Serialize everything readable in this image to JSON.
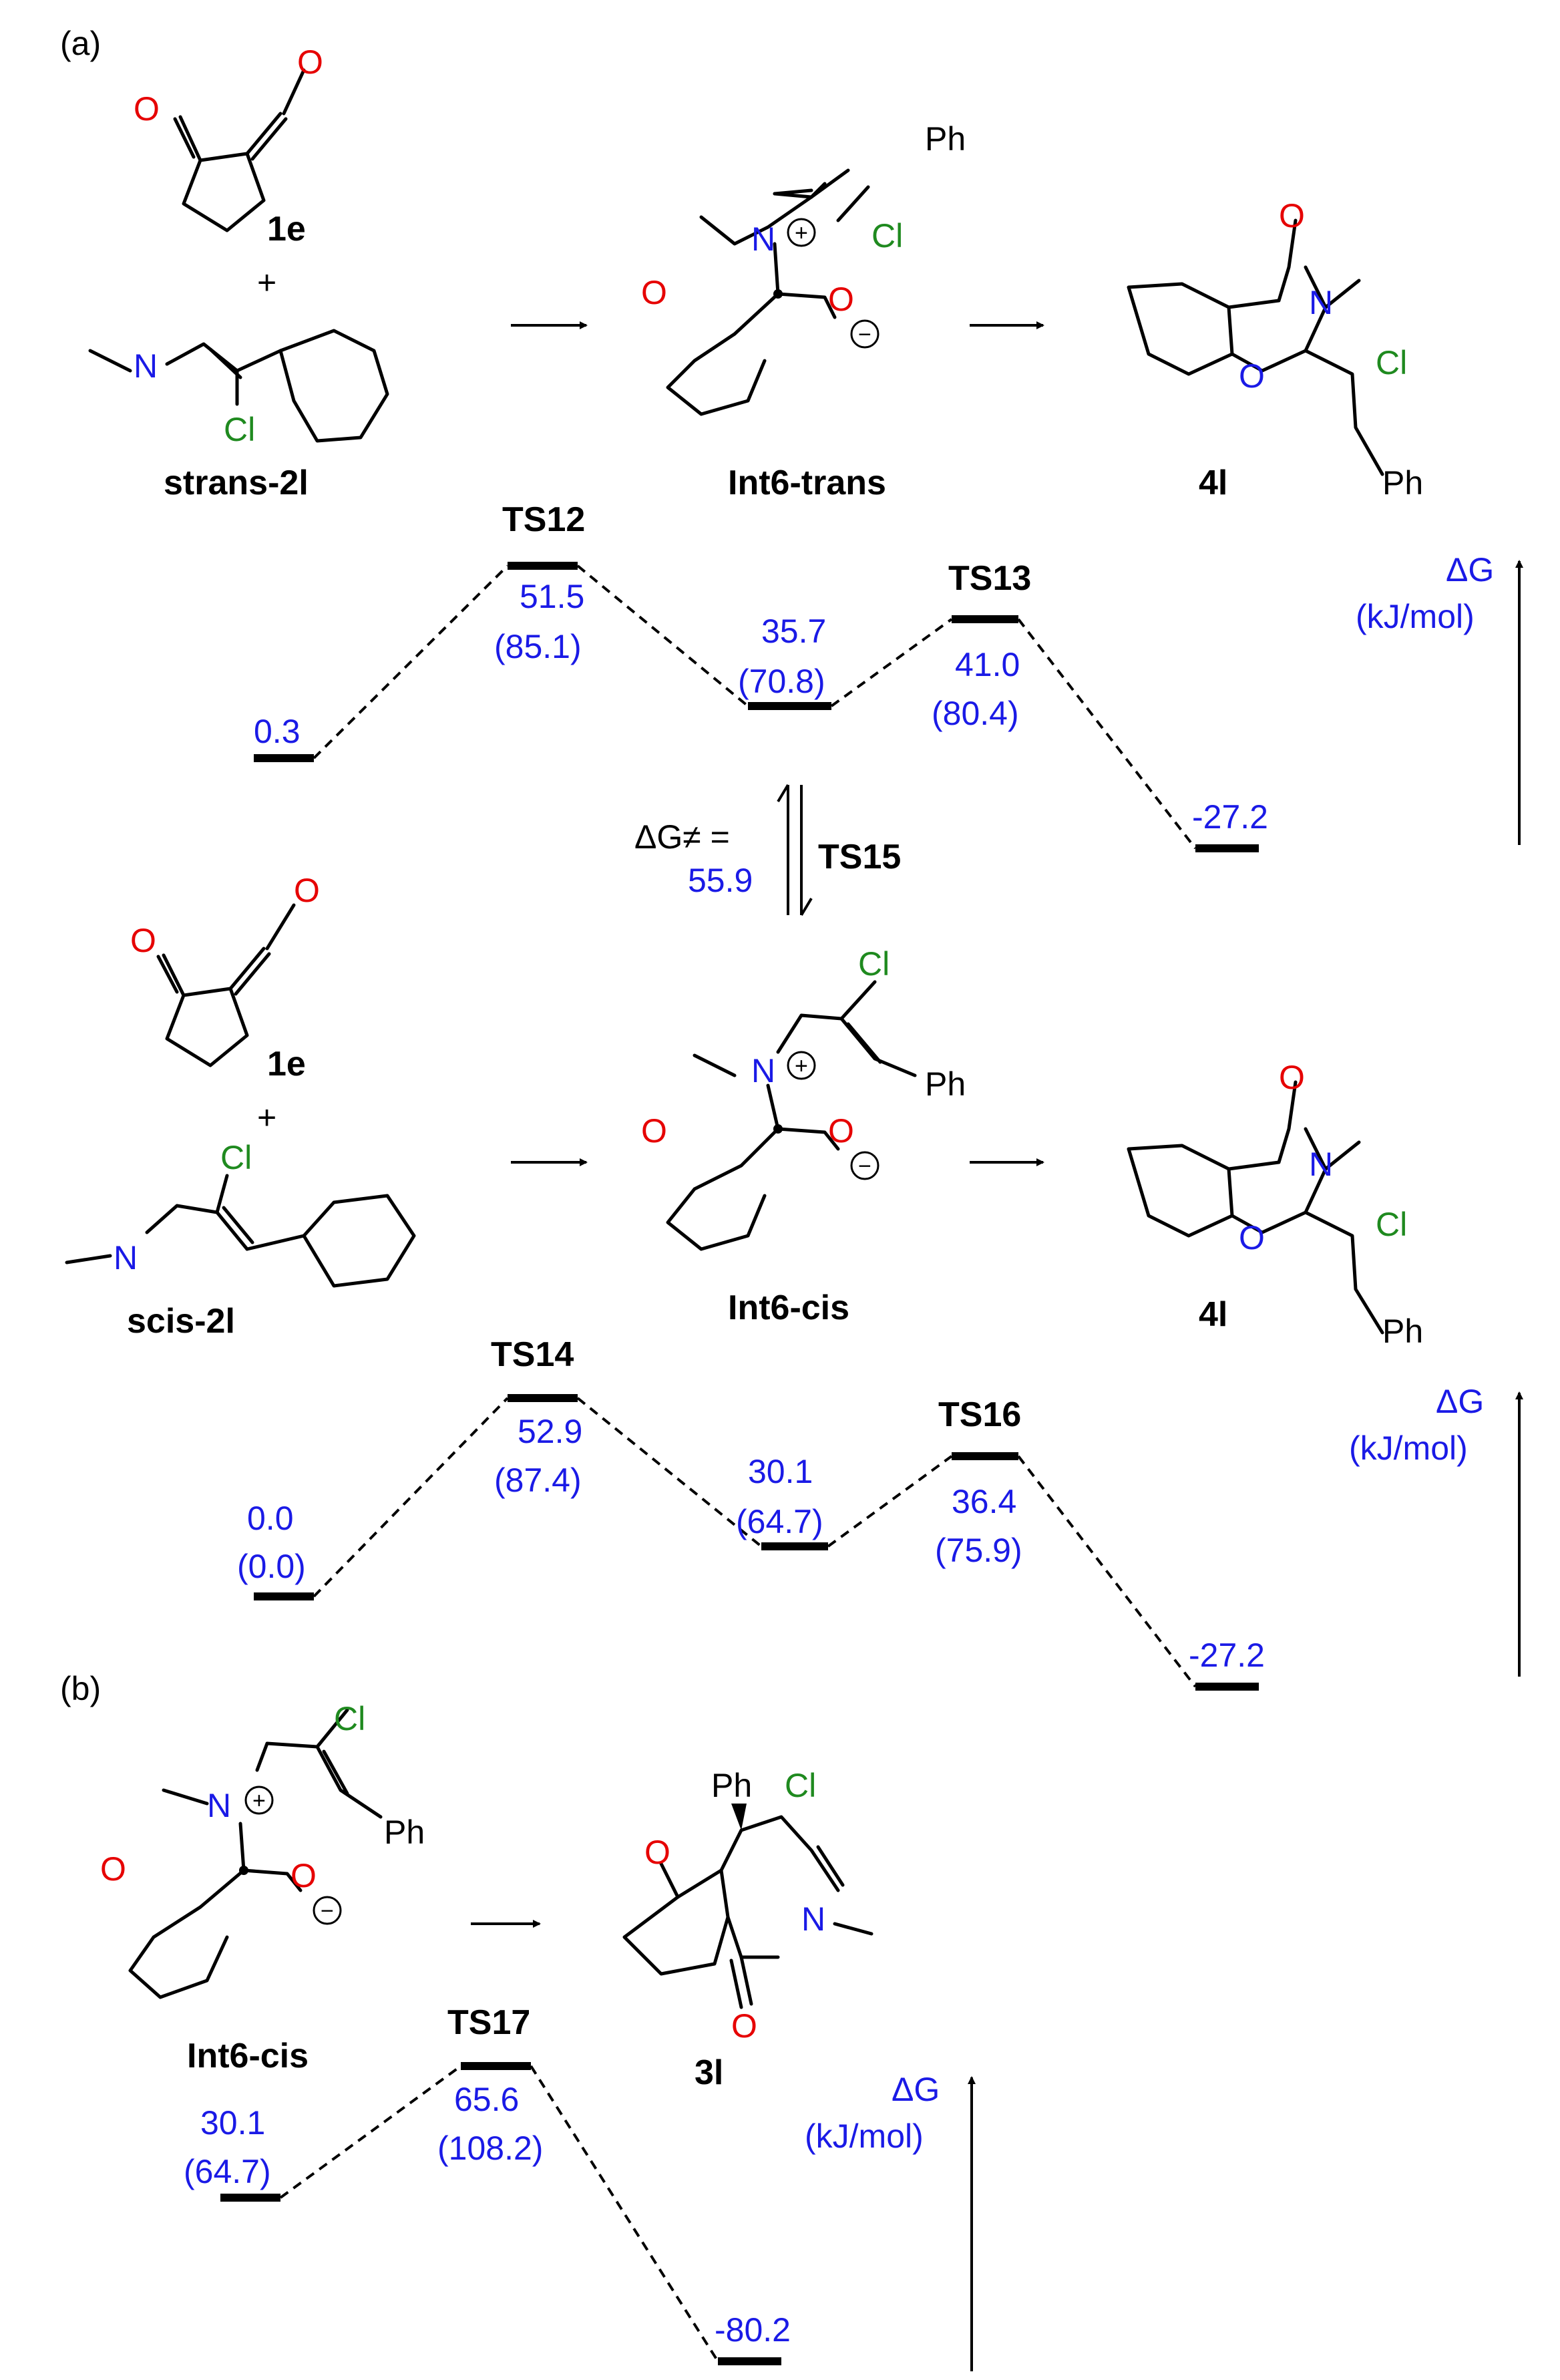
{
  "panel_labels": {
    "a": "(a)",
    "b": "(b)"
  },
  "axis": {
    "dG": "ΔG",
    "unit": "(kJ/mol)"
  },
  "compounds": {
    "c1e": "1e",
    "plus": "+",
    "strans": "strans-2l",
    "scis": "scis-2l",
    "int6_trans": "Int6-trans",
    "int6_cis": "Int6-cis",
    "p4l": "4l",
    "p3l": "3l"
  },
  "atoms": {
    "O": "O",
    "N": "N",
    "Cl": "Cl",
    "Ph": "Ph"
  },
  "charges": {
    "plus": "+",
    "minus": "−"
  },
  "profile_a1": {
    "start": "0.3",
    "ts12": {
      "name": "TS12",
      "g": "51.5",
      "h": "(85.1)"
    },
    "int": {
      "g": "35.7",
      "h": "(70.8)"
    },
    "ts13": {
      "name": "TS13",
      "g": "41.0",
      "h": "(80.4)"
    },
    "end": "-27.2"
  },
  "equilibrium": {
    "dg_label": "ΔG≠ =",
    "dg_value": "55.9",
    "ts": "TS15"
  },
  "profile_a2": {
    "start": {
      "g": "0.0",
      "h": "(0.0)"
    },
    "ts14": {
      "name": "TS14",
      "g": "52.9",
      "h": "(87.4)"
    },
    "int": {
      "g": "30.1",
      "h": "(64.7)"
    },
    "ts16": {
      "name": "TS16",
      "g": "36.4",
      "h": "(75.9)"
    },
    "end": "-27.2"
  },
  "profile_b": {
    "start": {
      "g": "30.1",
      "h": "(64.7)"
    },
    "ts17": {
      "name": "TS17",
      "g": "65.6",
      "h": "(108.2)"
    },
    "end": "-80.2"
  },
  "colors": {
    "energy": "#1a1ae6",
    "oxygen": "#e60000",
    "chlorine": "#1f8a1f",
    "nitrogen": "#1a1ae6"
  }
}
